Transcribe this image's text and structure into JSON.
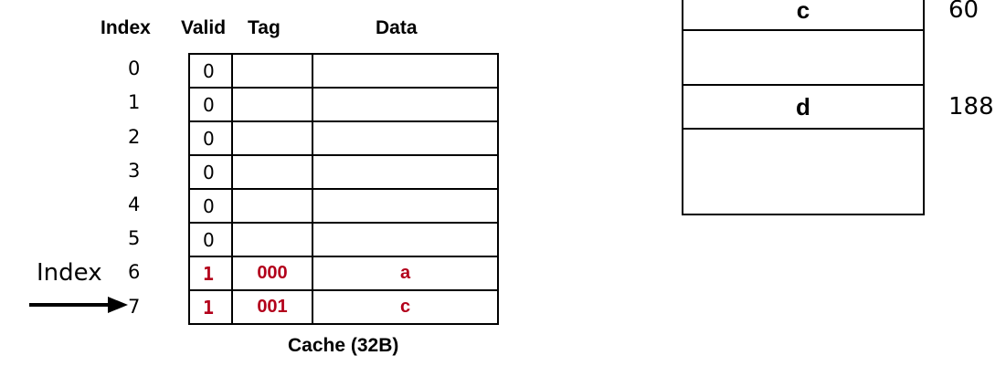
{
  "cache": {
    "headers": {
      "index": "Index",
      "valid": "Valid",
      "tag": "Tag",
      "data": "Data"
    },
    "rows": [
      {
        "index": "0",
        "valid": "0",
        "tag": "",
        "data": ""
      },
      {
        "index": "1",
        "valid": "0",
        "tag": "",
        "data": ""
      },
      {
        "index": "2",
        "valid": "0",
        "tag": "",
        "data": ""
      },
      {
        "index": "3",
        "valid": "0",
        "tag": "",
        "data": ""
      },
      {
        "index": "4",
        "valid": "0",
        "tag": "",
        "data": ""
      },
      {
        "index": "5",
        "valid": "0",
        "tag": "",
        "data": ""
      },
      {
        "index": "6",
        "valid": "1",
        "tag": "000",
        "data": "a"
      },
      {
        "index": "7",
        "valid": "1",
        "tag": "001",
        "data": "c"
      }
    ],
    "caption": "Cache (32B)",
    "highlight_color": "#b3001b"
  },
  "pointer": {
    "label": "Index",
    "target_index": "7"
  },
  "memory": {
    "cells": [
      {
        "label": "c",
        "address": "60"
      },
      {
        "label": "",
        "address": ""
      },
      {
        "label": "d",
        "address": "188"
      },
      {
        "label": "",
        "address": ""
      }
    ]
  }
}
